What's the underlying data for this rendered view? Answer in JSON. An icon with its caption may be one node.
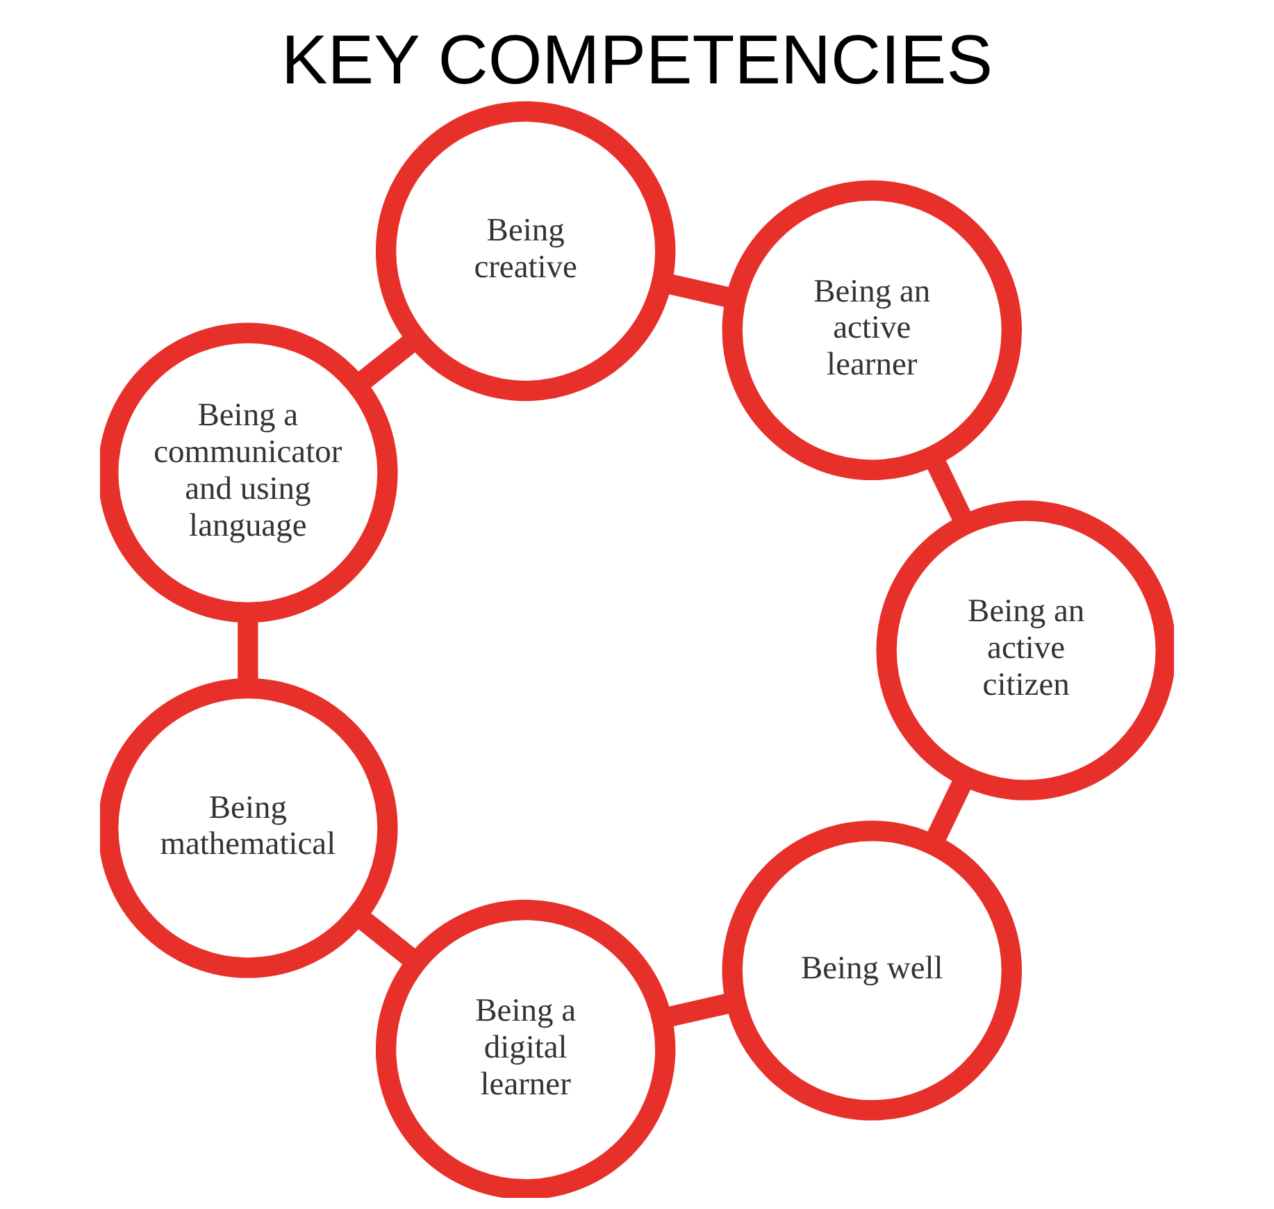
{
  "diagram": {
    "title": "KEY COMPETENCIES",
    "nodes": [
      {
        "text": [
          "Being well"
        ]
      },
      {
        "text": [
          "Being an active citizen"
        ]
      },
      {
        "text": [
          "Being a digital learner"
        ]
      },
      {
        "text": [
          "Being an active learner"
        ]
      },
      {
        "text": [
          "Being mathematical"
        ]
      },
      {
        "text": [
          "Being creative"
        ]
      },
      {
        "text": [
          "Being a communicator and using language"
        ]
      }
    ],
    "edges": [
      {
        "from": 0,
        "to": 2,
        "arrow": "none"
      },
      {
        "from": 2,
        "to": 4,
        "arrow": "none"
      },
      {
        "from": 4,
        "to": 6,
        "arrow": "none"
      },
      {
        "from": 6,
        "to": 5,
        "arrow": "none"
      },
      {
        "from": 5,
        "to": 3,
        "arrow": "none"
      },
      {
        "from": 3,
        "to": 1,
        "arrow": "none"
      },
      {
        "from": 1,
        "to": 0,
        "arrow": "none"
      }
    ]
  }
}
